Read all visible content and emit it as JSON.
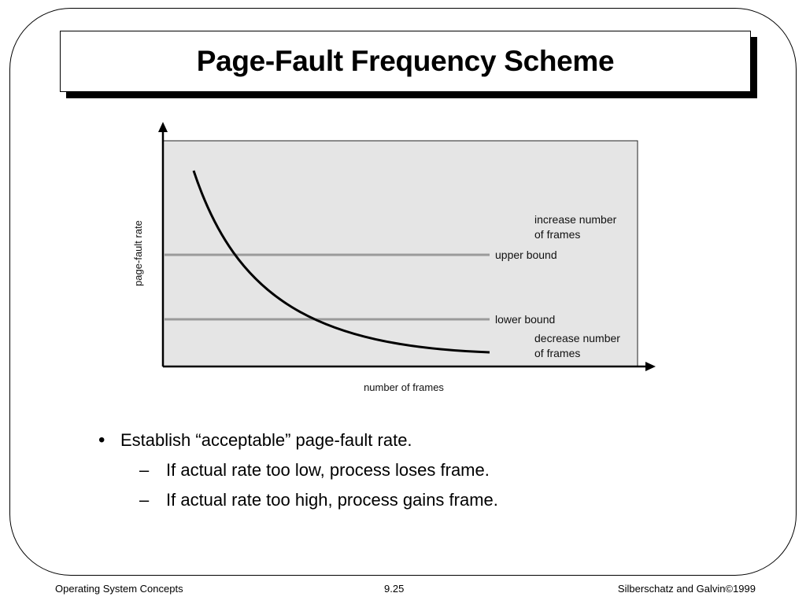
{
  "slide": {
    "title": "Page-Fault Frequency Scheme"
  },
  "diagram": {
    "ylabel": "page-fault rate",
    "xlabel": "number of frames",
    "annotations": {
      "increase_line1": "increase number",
      "increase_line2": "of frames",
      "upper_bound": "upper bound",
      "lower_bound": "lower bound",
      "decrease_line1": "decrease number",
      "decrease_line2": "of frames"
    },
    "colors": {
      "plot_background": "#e5e5e5",
      "bound_line": "#9a9a9a",
      "curve": "#000000"
    }
  },
  "bullets": {
    "main": "Establish “acceptable” page-fault rate.",
    "sub1": "If actual rate too low, process loses frame.",
    "sub2": "If actual rate too high, process gains frame.",
    "bullet_mark": "•",
    "dash_mark": "–"
  },
  "footer": {
    "left": "Operating System Concepts",
    "center": "9.25",
    "right": "Silberschatz and Galvin©1999"
  }
}
